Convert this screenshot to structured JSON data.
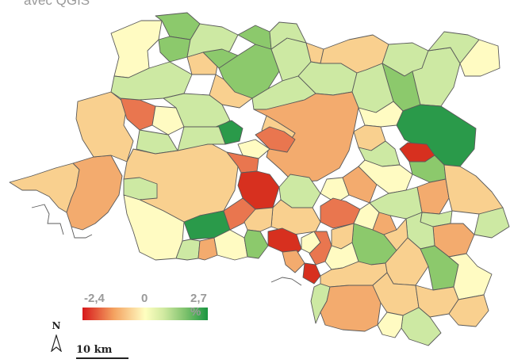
{
  "map": {
    "caption": "avec QGIS",
    "legend": {
      "min_label": "-2,4",
      "mid_label": "0",
      "max_label": "2,7 %",
      "min_color": "#d7191c",
      "mid_color": "#ffffc0",
      "max_color": "#1a9641"
    },
    "north_label": "N",
    "scale_label": "10 km",
    "colors": {
      "dark_green": "#2a9a4a",
      "green": "#8cc96c",
      "light_green": "#cde9a3",
      "pale_yellow": "#fffbc2",
      "light_orange": "#f9d08f",
      "orange": "#f3ab6e",
      "dark_orange": "#e9764f",
      "red": "#d7301f",
      "border": "#5a5a5a"
    }
  }
}
